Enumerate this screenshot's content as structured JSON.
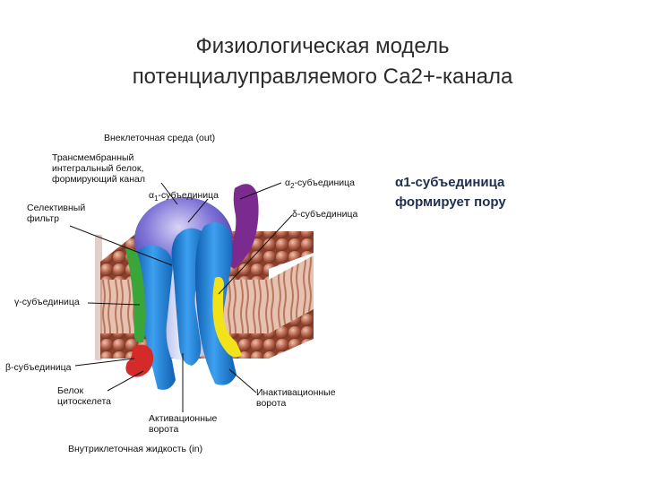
{
  "title": {
    "line1": "Физиологическая модель",
    "line2": "потенциалуправляемого Са2+-канала"
  },
  "side_note": {
    "line1": "α1-субъединица",
    "line2": "формирует пору"
  },
  "labels": {
    "out": "Внеклеточная среда (out)",
    "transmembrane_1": "Трансмембранный",
    "transmembrane_2": "интегральный белок,",
    "transmembrane_3": "формирующий канал",
    "alpha1_prefix": "α",
    "alpha1_sub": "1",
    "alpha1_rest": "-субъединица",
    "selective_1": "Селективный",
    "selective_2": "фильтр",
    "alpha2_prefix": "α",
    "alpha2_sub": "2",
    "alpha2_rest": "-субъединица",
    "delta": "δ-субъединица",
    "gamma": "γ-субъединица",
    "beta": "β-субъединица",
    "cytoskeleton_1": "Белок",
    "cytoskeleton_2": "цитоскелета",
    "activation_1": "Активационные",
    "activation_2": "ворота",
    "inactivation_1": "Инактивационные",
    "inactivation_2": "ворота",
    "in": "Внутриклеточная жидкость (in)"
  },
  "colors": {
    "lipid_head": "#b4624a",
    "lipid_tail": "#d9a48c",
    "alpha1": "#1f7fd6",
    "alpha1_dome": "#5a4fc4",
    "pore": "#dfe3f7",
    "alpha2": "#7b2a8f",
    "delta": "#f2e21a",
    "gamma": "#3aa63a",
    "beta": "#d42a2a",
    "title": "#2b2b2b",
    "side_note": "#1f2d4f"
  }
}
